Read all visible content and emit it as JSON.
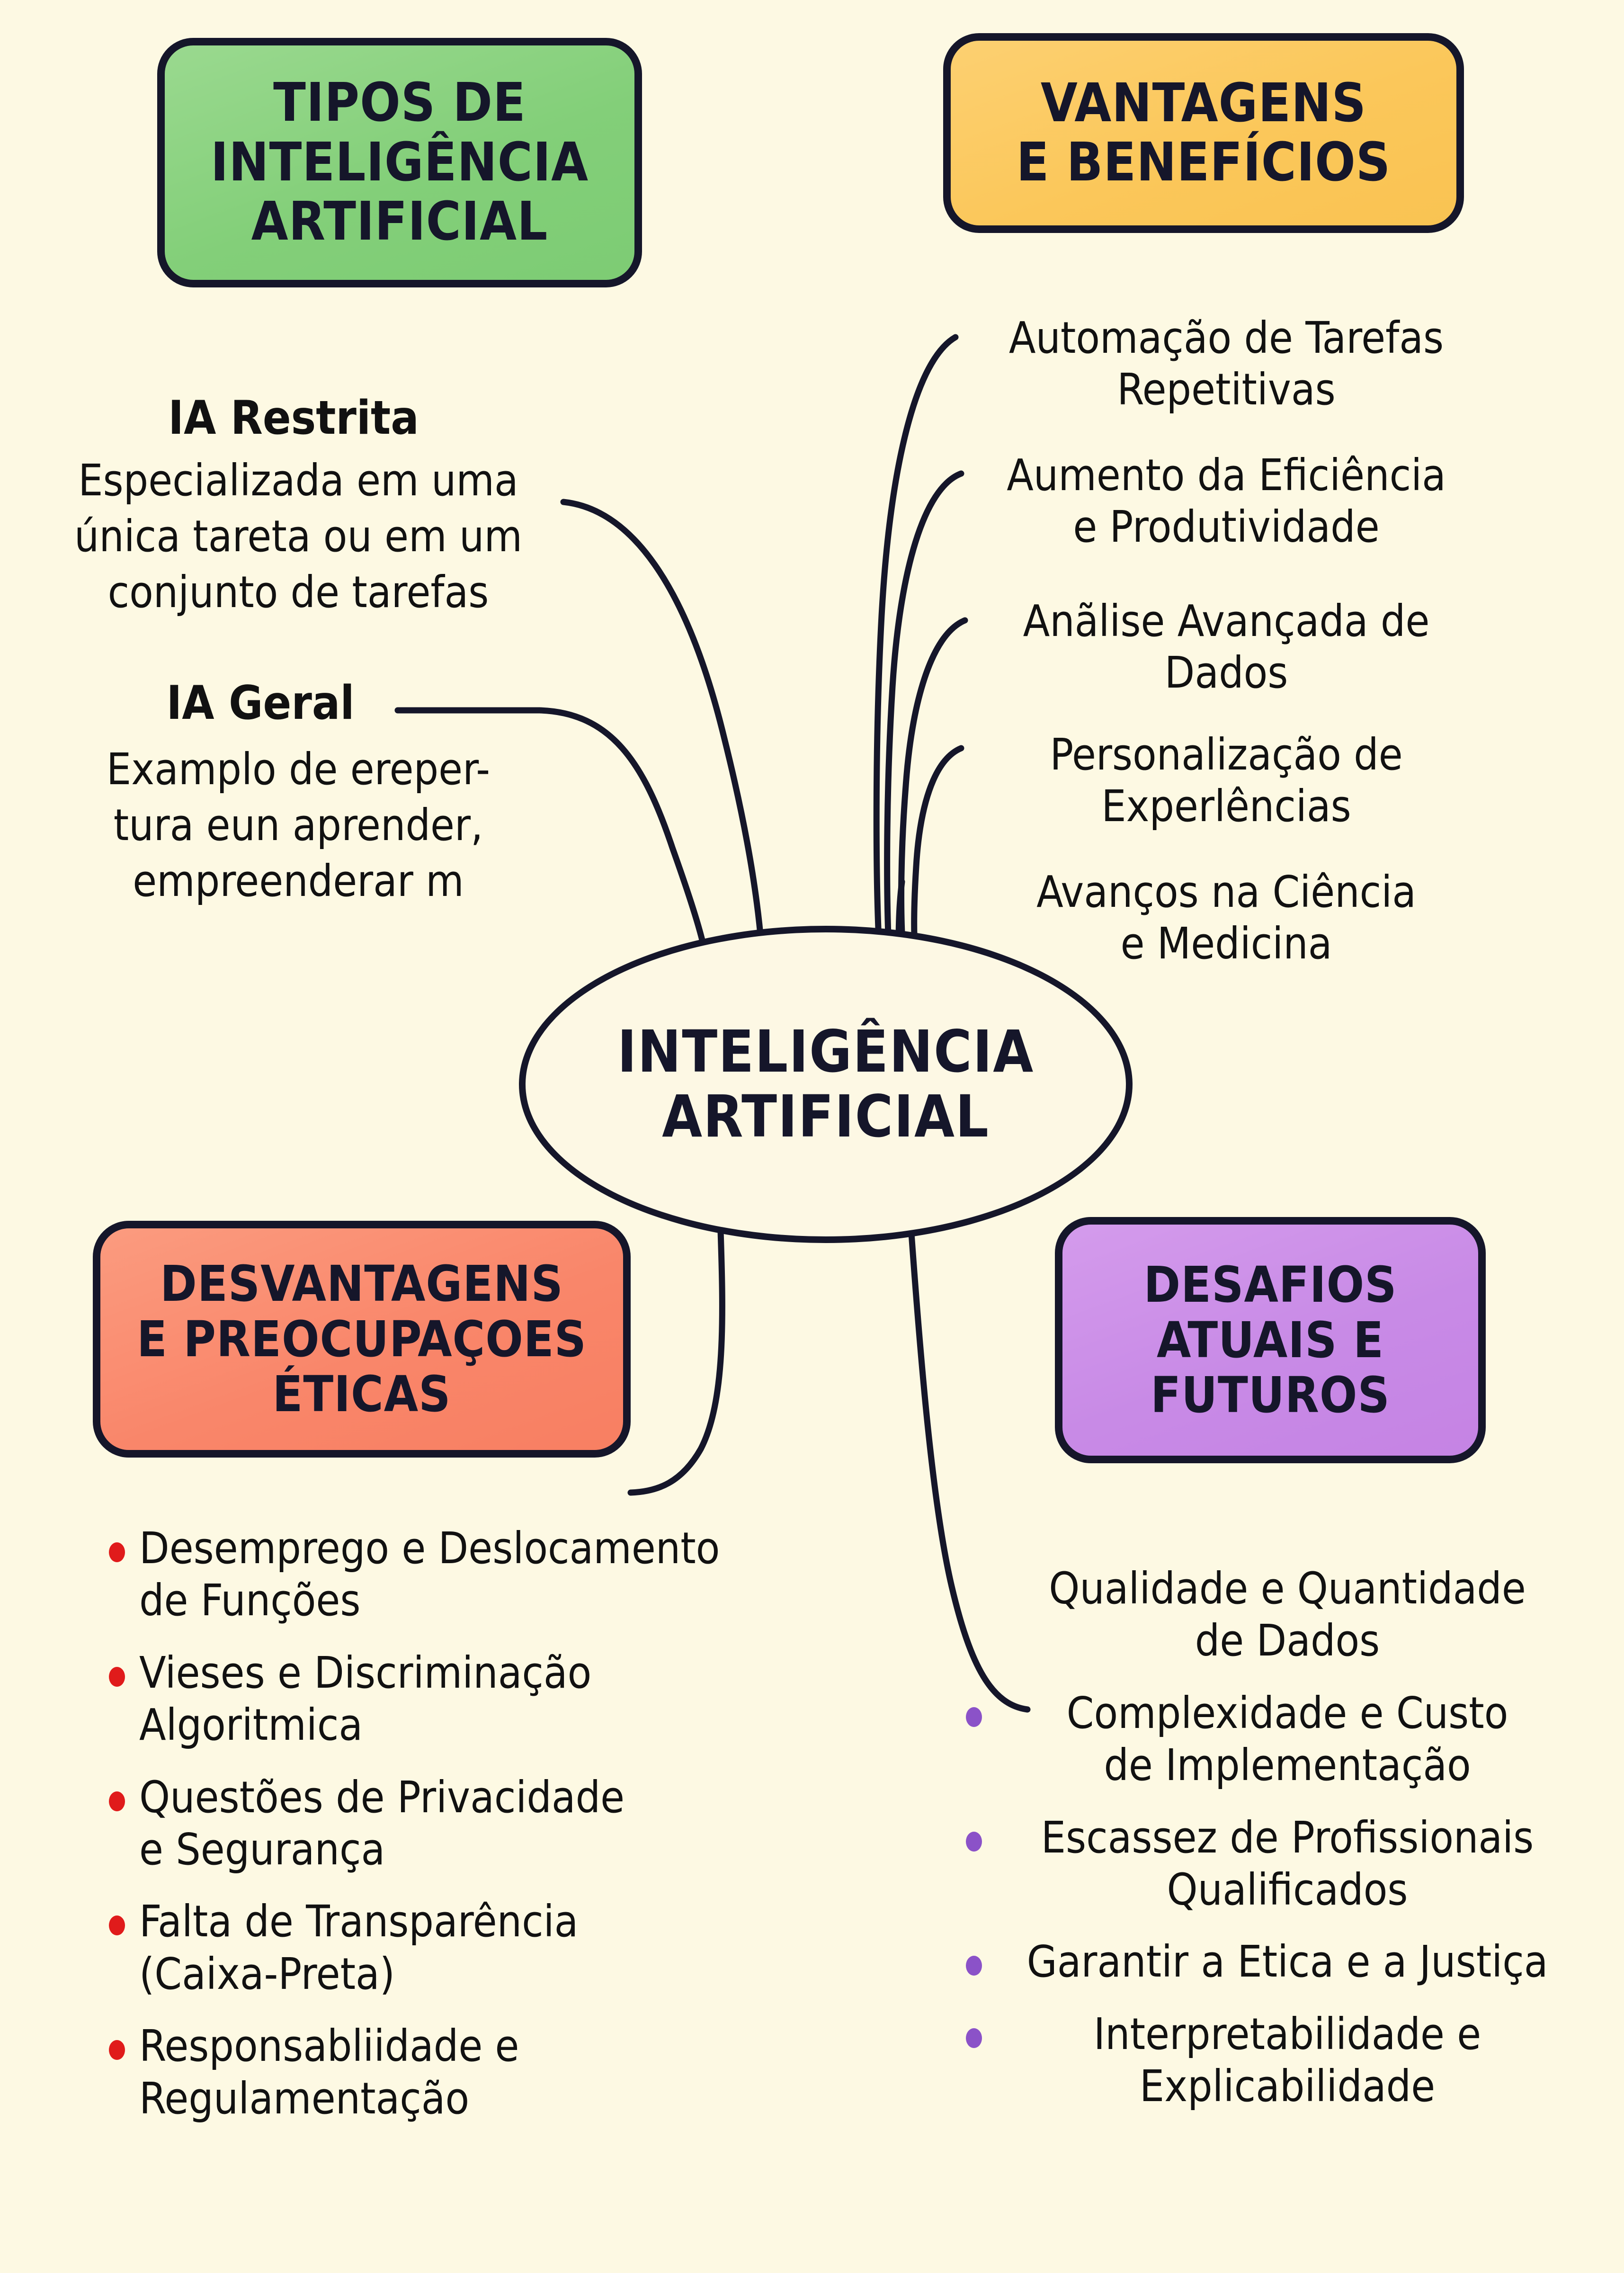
{
  "background_color": "#fdf9e3",
  "ink_color": "#15162a",
  "center": {
    "line1": "INTELIGÊNCIA",
    "line2": "ARTIFICIAL"
  },
  "categories": {
    "tipos": {
      "line1": "TIPOS DE",
      "line2": "INTELIGÊNCIA",
      "line3": "ARTIFICIAL",
      "color": "#83cf79"
    },
    "vantagens": {
      "line1": "VANTAGENS",
      "line2": "E BENEFÍCIOS",
      "color": "#fbc75a"
    },
    "desvantagens": {
      "line1": "DESVANTAGENS",
      "line2": "E PREOCUPAÇOES",
      "line3": "ÉTICAS",
      "color": "#f9866a"
    },
    "desafios": {
      "line1": "DESAFIOS",
      "line2": "ATUAIS E",
      "line3": "FUTUROS",
      "color": "#c88ae6"
    }
  },
  "tipos_items": [
    {
      "heading": "IA Restrita",
      "body_line1": "Especializada em uma",
      "body_line2": "única tareta ou em um",
      "body_line3": "conjunto de tarefas"
    },
    {
      "heading": "IA Geral",
      "body_line1": "Examplo de ereper-",
      "body_line2": "tura eun aprender,",
      "body_line3": "empreenderar m"
    }
  ],
  "vantagens_items": [
    {
      "line1": "Automação de Tarefas",
      "line2": "Repetitivas"
    },
    {
      "line1": "Aumento da Eficiência",
      "line2": "e Produtividade"
    },
    {
      "line1": "Anãlise Avançada de",
      "line2": "Dados"
    },
    {
      "line1": "Personalização de",
      "line2": "Experlências"
    },
    {
      "line1": "Avanços na Ciência",
      "line2": "e Medicina"
    }
  ],
  "desvantagens_items": [
    {
      "bullet": "red",
      "line1": "Desemprego e Deslocamento",
      "line2": "de Funções"
    },
    {
      "bullet": "red",
      "line1": "Vieses e Discriminação",
      "line2": "Algoritmica"
    },
    {
      "bullet": "red",
      "line1": "Questões de Privacidade",
      "line2": "e Segurança"
    },
    {
      "bullet": "red",
      "line1": "Falta de Transparência",
      "line2": "(Caixa-Preta)"
    },
    {
      "bullet": "red",
      "line1": "Responsabliidade e",
      "line2": "Regulamentação"
    }
  ],
  "desafios_items": [
    {
      "bullet": "none",
      "line1": "Qualidade e Quantidade",
      "line2": "de Dados"
    },
    {
      "bullet": "purple",
      "line1": "Complexidade e Custo",
      "line2": "de Implementação"
    },
    {
      "bullet": "purple",
      "line1": "Escassez de Profissionais",
      "line2": "Qualificados"
    },
    {
      "bullet": "purple",
      "line1": "Garantir a Etica e a Justiça",
      "line2": ""
    },
    {
      "bullet": "purple",
      "line1": "Interpretabilidade e",
      "line2": "Explicabilidade"
    }
  ],
  "bullet_colors": {
    "red": "#e01b1b",
    "purple": "#8b52c8"
  }
}
